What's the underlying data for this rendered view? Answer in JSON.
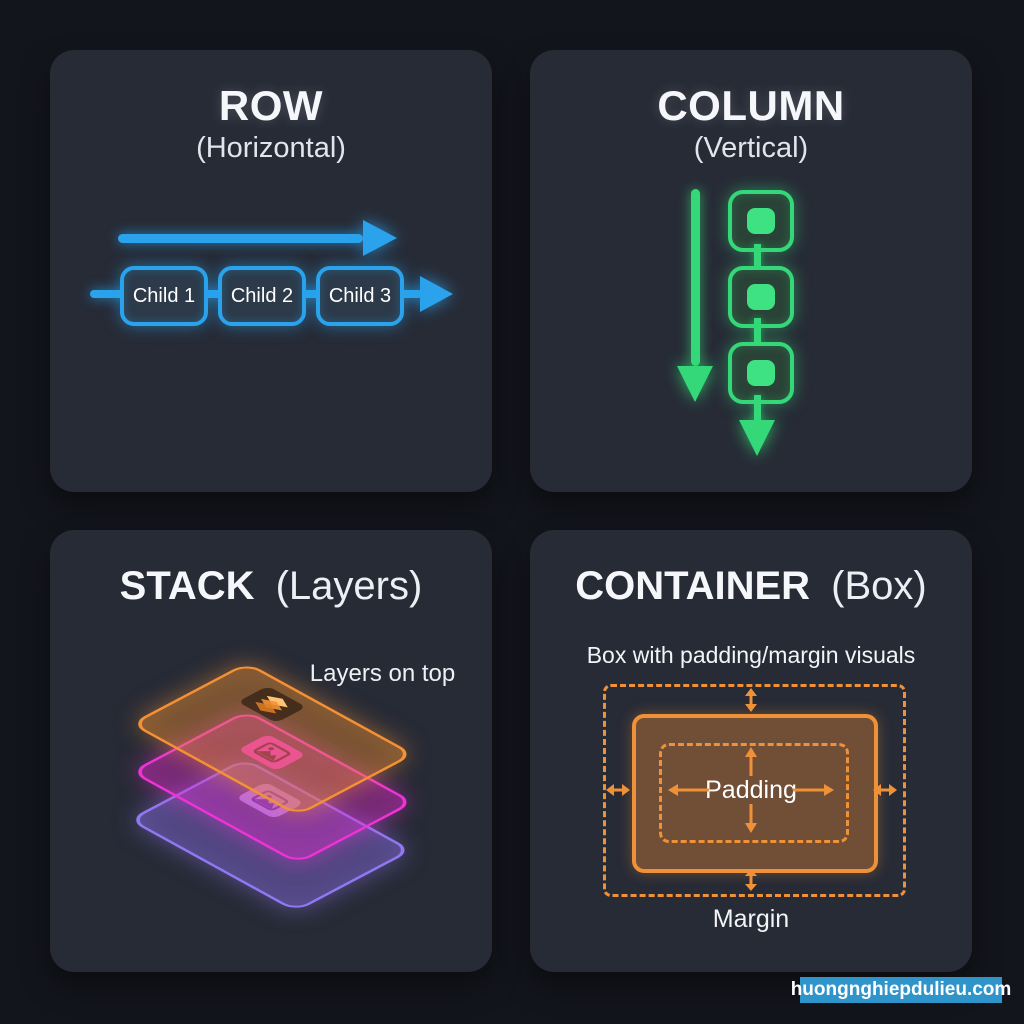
{
  "panels": {
    "row": {
      "title": "ROW",
      "subtitle": "(Horizontal)",
      "accent": "#2aa3ec",
      "children": [
        "Child 1",
        "Child 2",
        "Child 3"
      ]
    },
    "column": {
      "title": "COLUMN",
      "subtitle": "(Vertical)",
      "accent": "#35d878",
      "box_count": 3
    },
    "stack": {
      "title": "STACK",
      "subtitle": "(Layers)",
      "caption": "Layers on top",
      "layer_colors": [
        "#f59135",
        "#ee33d6",
        "#9178f3"
      ]
    },
    "container": {
      "title": "CONTAINER",
      "subtitle": "(Box)",
      "caption": "Box with padding/margin visuals",
      "padding_label": "Padding",
      "margin_label": "Margin",
      "accent": "#ef9138"
    }
  },
  "watermark": {
    "text": "huongnghiepdulieu.com",
    "bg": "#2e94c9"
  }
}
